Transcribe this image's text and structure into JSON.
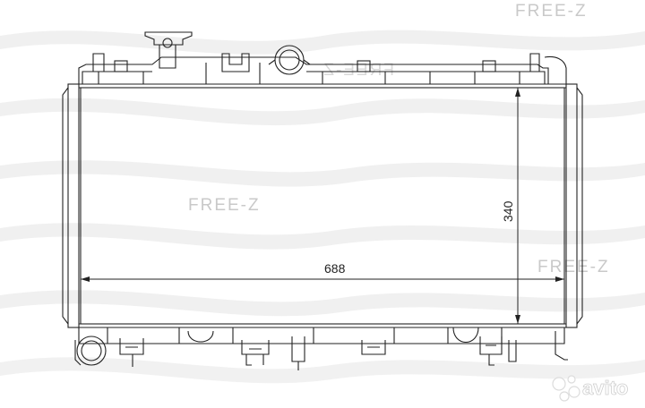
{
  "dimensions": {
    "width_label": "688",
    "height_label": "340"
  },
  "watermark": {
    "text": "FREE-Z",
    "mirrored_text": "FREE-Z"
  },
  "avito_badge": {
    "text": "avito",
    "icon": "avito-dots-icon",
    "dot_colors": [
      "#ffffff",
      "#ffffff",
      "#ffffff",
      "#ffffff"
    ]
  },
  "colors": {
    "line": "#222222",
    "watermark": "#c9c9c9",
    "wave": "#ececec"
  }
}
